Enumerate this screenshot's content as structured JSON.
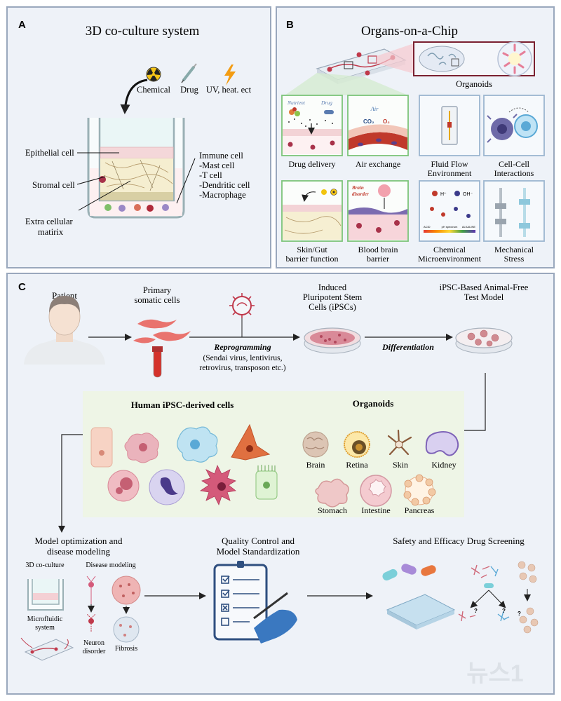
{
  "panel_a": {
    "letter": "A",
    "title": "3D co-culture system",
    "stimuli": [
      "Chemical",
      "Drug",
      "UV, heat. ect"
    ],
    "labels_left": [
      "Epithelial cell",
      "Stromal cell",
      "Extra cellular",
      "matirix"
    ],
    "labels_right": [
      "Immune cell",
      "-Mast cell",
      "-T cell",
      "-Dendritic cell",
      "-Macrophage"
    ]
  },
  "panel_b": {
    "letter": "B",
    "title": "Organs-on-a-Chip",
    "organoids_label": "Organoids",
    "drug_delivery": {
      "nutrient": "Nutrient",
      "drug": "Drug",
      "caption": "Drug delivery"
    },
    "air_exchange": {
      "air": "Air",
      "co2": "CO₂",
      "o2": "O₂",
      "caption": "Air exchange"
    },
    "fluid_flow": [
      "Fluid Flow",
      "Environment"
    ],
    "cell_cell": [
      "Cell-Cell",
      "Interactions"
    ],
    "skin_gut": [
      "Skin/Gut",
      "barrier function"
    ],
    "bbb": {
      "inner": [
        "Brain",
        "disorder"
      ],
      "caption": [
        "Blood brain",
        "barrier"
      ]
    },
    "chemical": {
      "h": "H⁺",
      "oh": "OH⁻",
      "acid": "ACID",
      "ph": "pH spectrum",
      "alkaline": "ALKALINE",
      "caption": [
        "Chemical",
        "Microenvironment"
      ]
    },
    "mechanical": [
      "Mechanical",
      "Stress"
    ]
  },
  "panel_c": {
    "letter": "C",
    "patient": "Patient",
    "primary": [
      "Primary",
      "somatic cells"
    ],
    "ipsc": [
      "Induced",
      "Pluripotent Stem",
      "Cells (iPSCs)"
    ],
    "test_model": [
      "iPSC-Based Animal-Free",
      "Test Model"
    ],
    "reprogramming": "Reprogramming",
    "vectors": [
      "(Sendai virus, lentivirus,",
      "retrovirus, transposon etc.)"
    ],
    "differentiation": "Differentiation",
    "cells_title": "Human iPSC-derived cells",
    "organoids_title": "Organoids",
    "organoids": [
      "Brain",
      "Retina",
      "Skin",
      "Kidney",
      "Stomach",
      "Intestine",
      "Pancreas"
    ],
    "model_opt": [
      "Model optimization and",
      "disease modeling"
    ],
    "coculture": "3D co-culture",
    "disease_modeling": "Disease modeling",
    "microfluidic": [
      "Microfluidic",
      "system"
    ],
    "neuron": [
      "Neuron",
      "disorder"
    ],
    "fibrosis": "Fibrosis",
    "qc": [
      "Quality Control and",
      "Model Standardization"
    ],
    "safety": "Safety and Efficacy Drug Screening"
  },
  "watermark": "뉴스1",
  "colors": {
    "panel_fill": "#eef2f8",
    "panel_border": "#9aa8bd",
    "green_box": "#7cc47a",
    "blue_box": "#9cb6d0",
    "organoid_box": "#7a2030",
    "arrow": "#222222",
    "cells_bg": "#eef5e6"
  }
}
